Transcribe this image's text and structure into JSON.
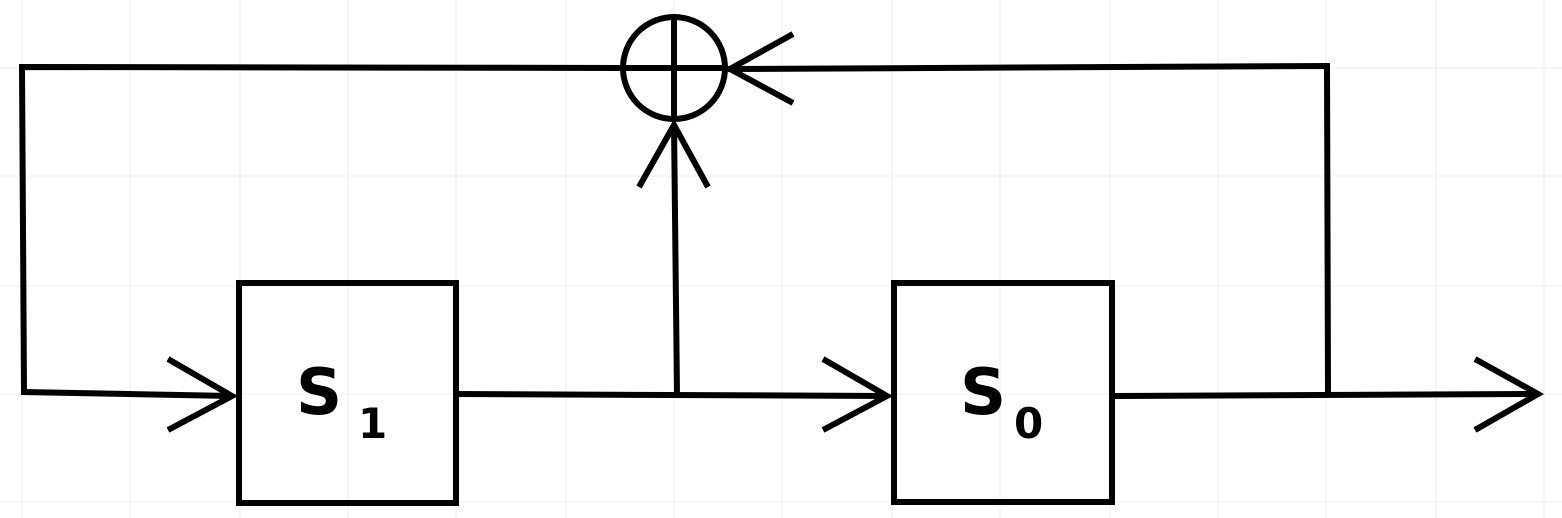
{
  "diagram": {
    "blocks": [
      {
        "id": "s1",
        "main": "S",
        "sub": "1"
      },
      {
        "id": "s0",
        "main": "S",
        "sub": "0"
      }
    ],
    "summing_junction": {
      "symbol": "plus-in-circle"
    }
  },
  "colors": {
    "stroke": "#000000",
    "grid": "#ececec",
    "background": "#ffffff"
  }
}
